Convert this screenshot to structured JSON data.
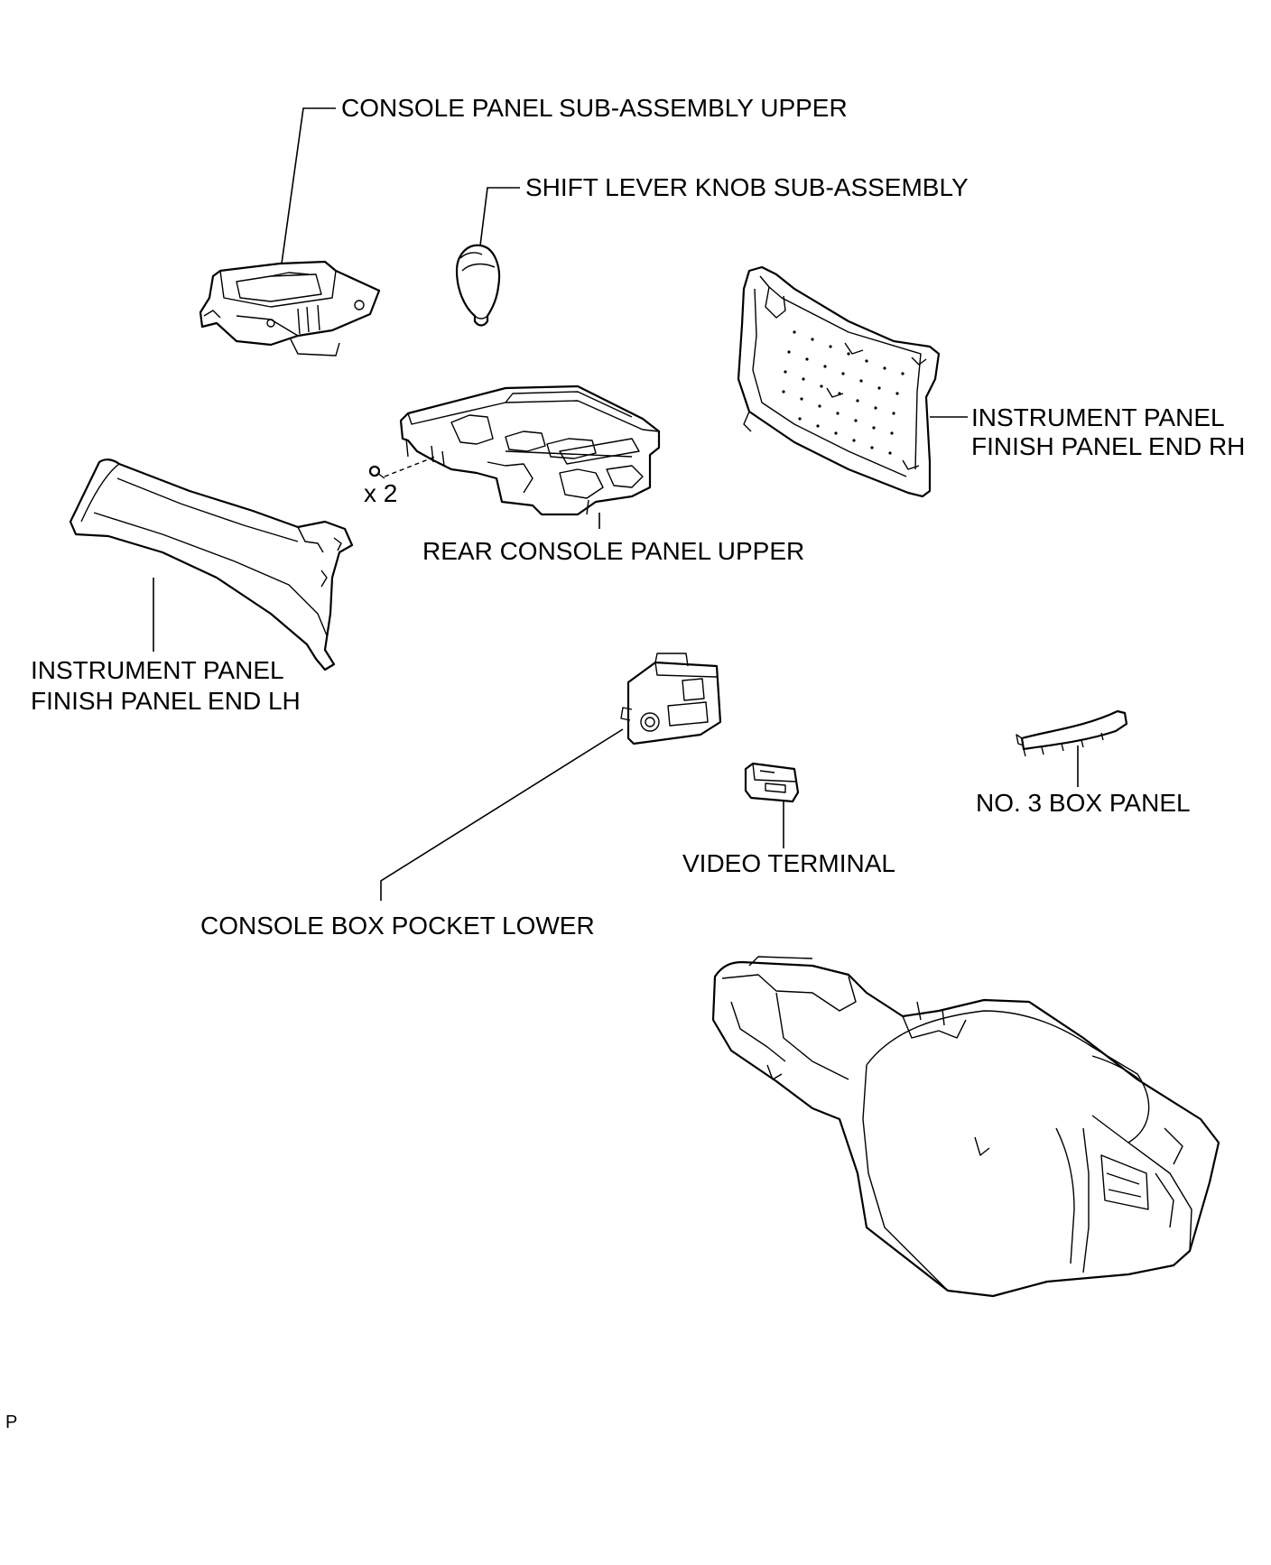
{
  "labels": {
    "console_panel_upper": "CONSOLE PANEL SUB-ASSEMBLY UPPER",
    "shift_lever_knob": "SHIFT LEVER KNOB SUB-ASSEMBLY",
    "finish_panel_rh_line1": "INSTRUMENT PANEL",
    "finish_panel_rh_line2": "FINISH PANEL END RH",
    "screw_qty": "x 2",
    "rear_console_panel_upper": "REAR CONSOLE PANEL UPPER",
    "finish_panel_lh_line1": "INSTRUMENT PANEL",
    "finish_panel_lh_line2": "FINISH PANEL END LH",
    "no3_box_panel": "NO. 3 BOX PANEL",
    "video_terminal": "VIDEO TERMINAL",
    "console_box_pocket_lower": "CONSOLE BOX POCKET LOWER",
    "corner_mark": "P"
  }
}
